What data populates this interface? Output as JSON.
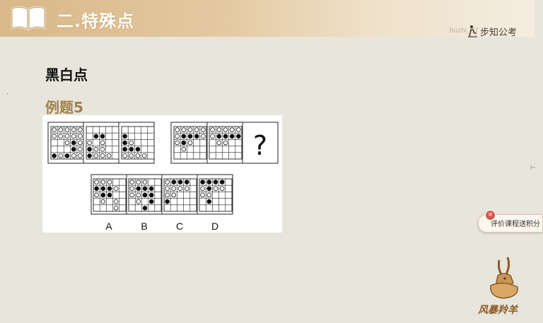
{
  "header": {
    "section_title": "二.特殊点",
    "watermark": "buzhi_67",
    "brand": "步知公考"
  },
  "content": {
    "subtitle": "黑白点",
    "example_label": "例题5"
  },
  "puzzle": {
    "question_mark": "?",
    "options": [
      "A",
      "B",
      "C",
      "D"
    ],
    "question_cells": [
      [
        [
          "w",
          "w",
          "w",
          "w",
          "w"
        ],
        [
          "w",
          "w",
          "w",
          "w",
          "w"
        ],
        [
          "e",
          "e",
          "w",
          "b",
          "w"
        ],
        [
          "e",
          "e",
          "e",
          "b",
          "w"
        ],
        [
          "b",
          "w",
          "b",
          "w",
          "w"
        ]
      ],
      [
        [
          "e",
          "e",
          "e",
          "e",
          "e"
        ],
        [
          "e",
          "b",
          "b",
          "e",
          "e"
        ],
        [
          "w",
          "e",
          "w",
          "e",
          "e"
        ],
        [
          "b",
          "w",
          "w",
          "e",
          "e"
        ],
        [
          "b",
          "w",
          "w",
          "w",
          "e"
        ]
      ],
      [
        [
          "e",
          "e",
          "e",
          "e",
          "e"
        ],
        [
          "b",
          "e",
          "e",
          "e",
          "e"
        ],
        [
          "b",
          "w",
          "e",
          "e",
          "e"
        ],
        [
          "b",
          "b",
          "b",
          "e",
          "e"
        ],
        [
          "w",
          "w",
          "w",
          "w",
          "e"
        ]
      ],
      [
        [
          "w",
          "w",
          "w",
          "w",
          "w"
        ],
        [
          "w",
          "b",
          "b",
          "b",
          "w"
        ],
        [
          "w",
          "b",
          "w",
          "e",
          "e"
        ],
        [
          "e",
          "w",
          "e",
          "e",
          "e"
        ],
        [
          "e",
          "e",
          "e",
          "e",
          "e"
        ]
      ],
      [
        [
          "w",
          "w",
          "w",
          "w",
          "w"
        ],
        [
          "w",
          "b",
          "b",
          "b",
          "b"
        ],
        [
          "e",
          "w",
          "w",
          "e",
          "e"
        ],
        [
          "e",
          "e",
          "e",
          "e",
          "e"
        ],
        [
          "e",
          "e",
          "e",
          "e",
          "e"
        ]
      ]
    ],
    "option_cells": [
      [
        [
          "w",
          "w",
          "w",
          "e",
          "e"
        ],
        [
          "b",
          "b",
          "b",
          "w",
          "e"
        ],
        [
          "w",
          "b",
          "b",
          "e",
          "e"
        ],
        [
          "e",
          "w",
          "e",
          "w",
          "e"
        ],
        [
          "e",
          "e",
          "e",
          "w",
          "e"
        ]
      ],
      [
        [
          "w",
          "w",
          "w",
          "e",
          "e"
        ],
        [
          "w",
          "b",
          "b",
          "b",
          "e"
        ],
        [
          "w",
          "w",
          "b",
          "b",
          "e"
        ],
        [
          "e",
          "w",
          "e",
          "b",
          "e"
        ],
        [
          "e",
          "e",
          "b",
          "e",
          "e"
        ]
      ],
      [
        [
          "w",
          "b",
          "b",
          "b",
          "e"
        ],
        [
          "w",
          "w",
          "w",
          "w",
          "e"
        ],
        [
          "w",
          "w",
          "e",
          "e",
          "e"
        ],
        [
          "b",
          "e",
          "e",
          "e",
          "e"
        ],
        [
          "e",
          "e",
          "e",
          "e",
          "e"
        ]
      ],
      [
        [
          "b",
          "b",
          "b",
          "b",
          "e"
        ],
        [
          "w",
          "b",
          "w",
          "w",
          "e"
        ],
        [
          "w",
          "w",
          "e",
          "e",
          "e"
        ],
        [
          "e",
          "b",
          "e",
          "e",
          "e"
        ],
        [
          "e",
          "e",
          "e",
          "e",
          "e"
        ]
      ]
    ]
  },
  "feedback": {
    "text": "评价课程送积分",
    "close": "×"
  },
  "logo": {
    "text": "风暴羚羊"
  },
  "colors": {
    "accent": "#a0804c",
    "header_start": "#d9b88a",
    "background": "#e8e5dc"
  }
}
